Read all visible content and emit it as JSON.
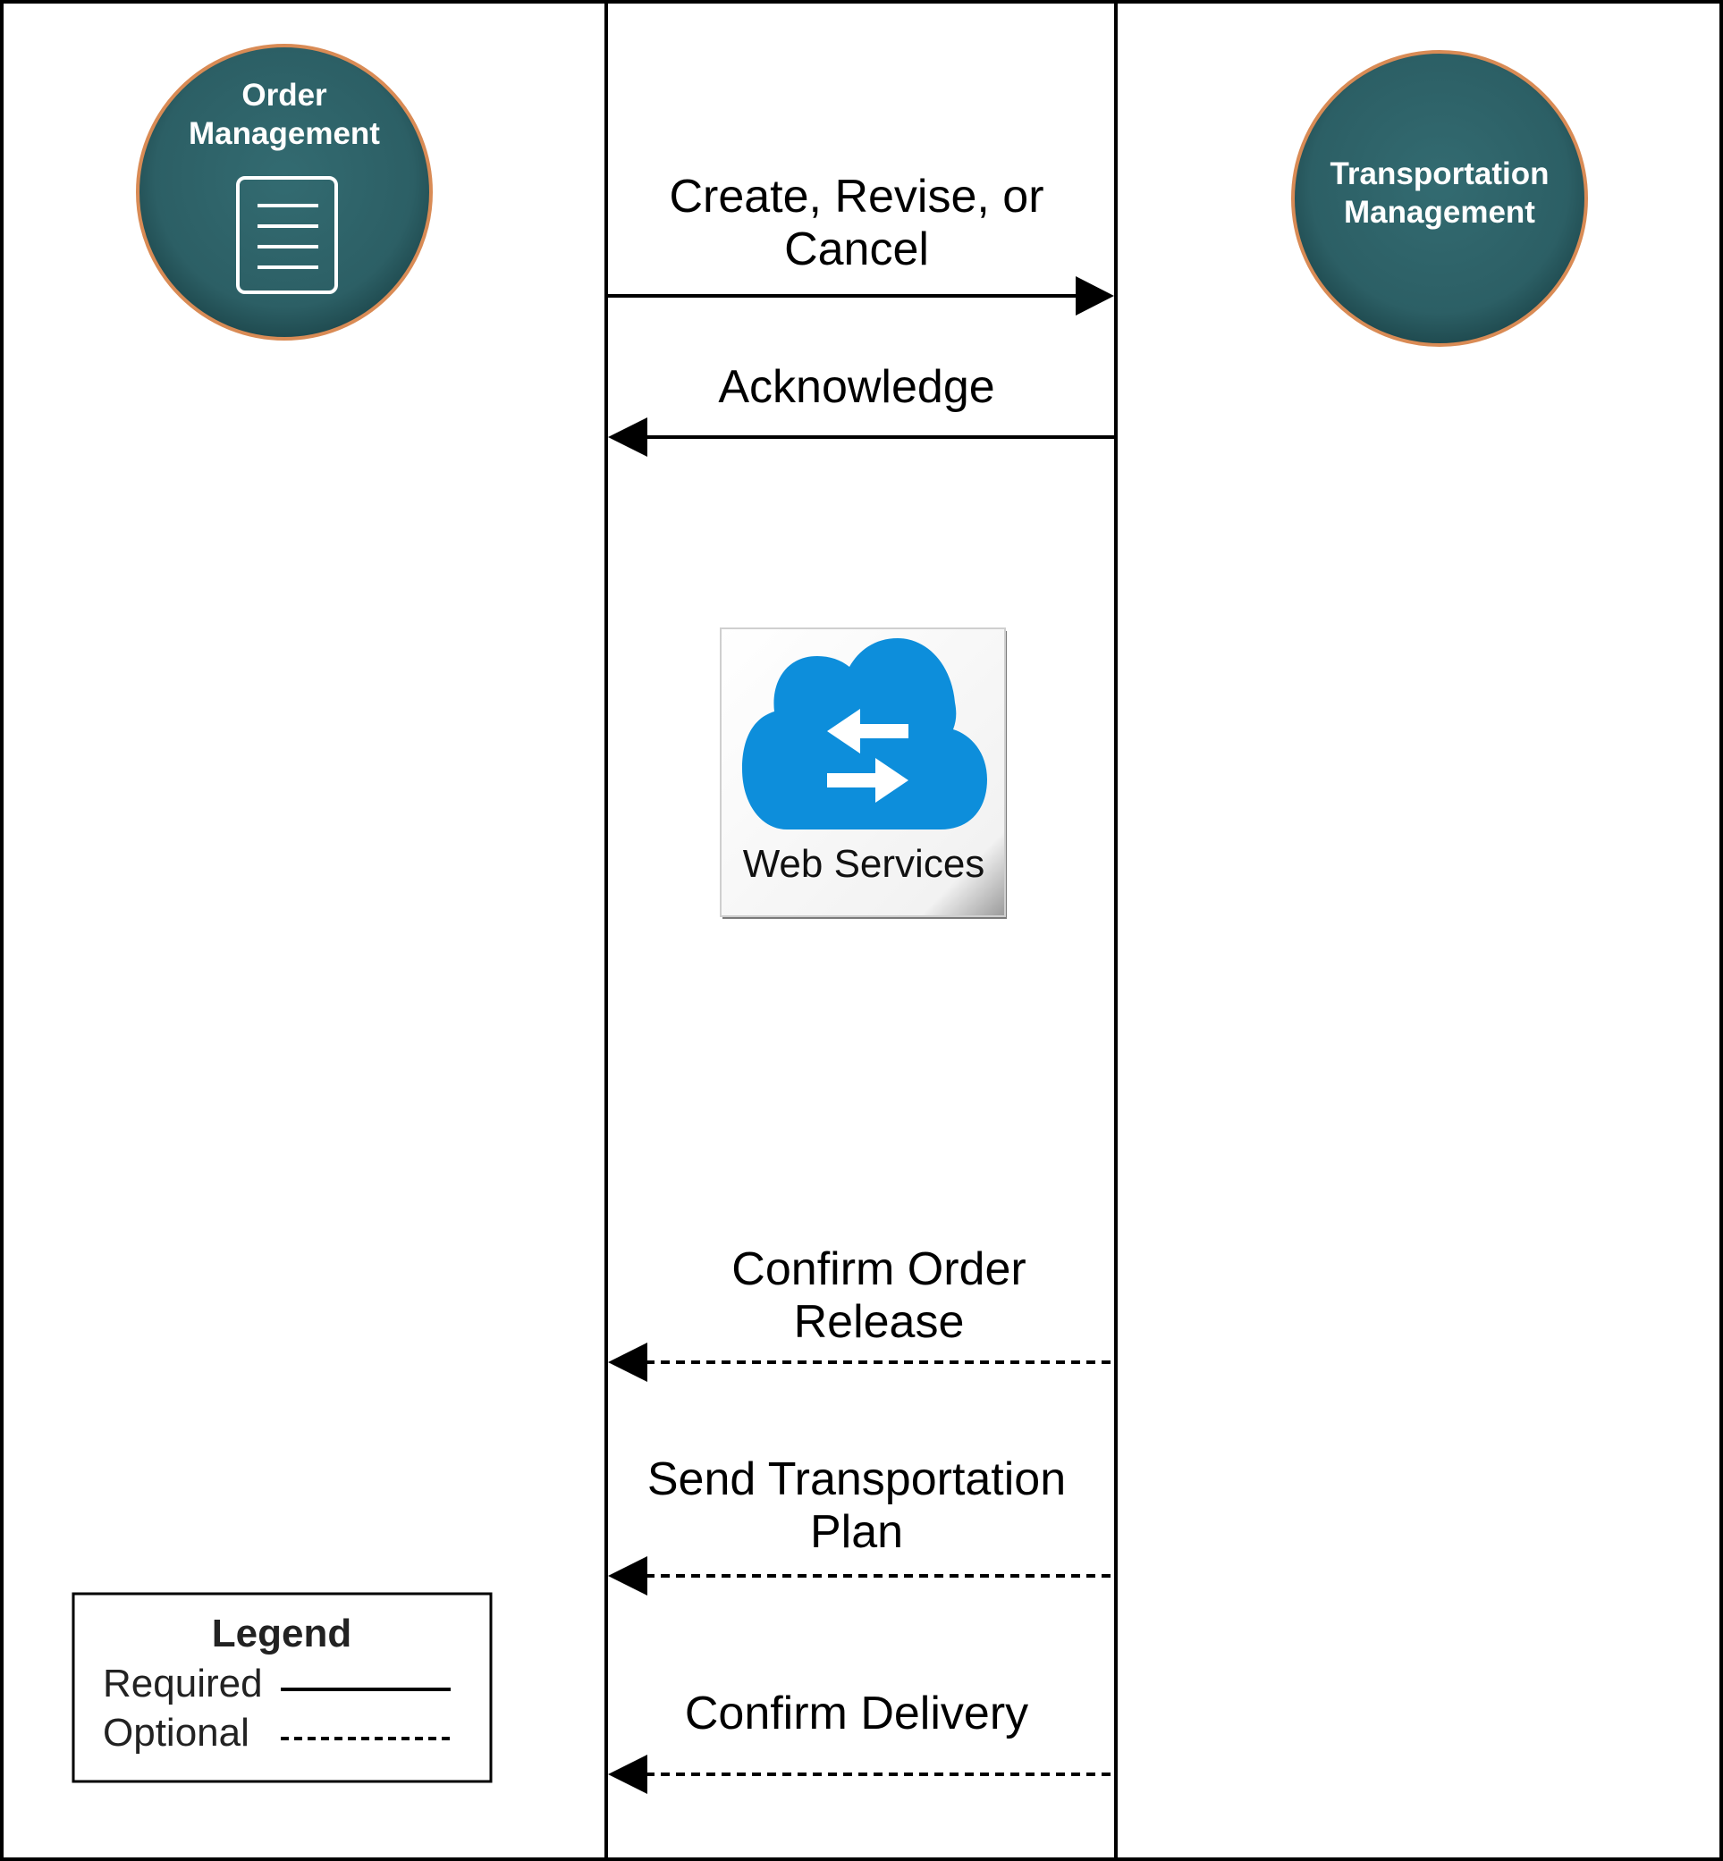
{
  "nodes": {
    "order_management": {
      "line1": "Order",
      "line2": "Management",
      "icon": "document-icon"
    },
    "transportation_management": {
      "line1": "Transportation",
      "line2": "Management"
    }
  },
  "messages": [
    {
      "line1": "Create, Revise, or",
      "line2": "Cancel",
      "direction": "right",
      "style": "required"
    },
    {
      "line1": "Acknowledge",
      "line2": "",
      "direction": "left",
      "style": "required"
    },
    {
      "line1": "Confirm Order",
      "line2": "Release",
      "direction": "left",
      "style": "optional"
    },
    {
      "line1": "Send Transportation",
      "line2": "Plan",
      "direction": "left",
      "style": "optional"
    },
    {
      "line1": "Confirm Delivery",
      "line2": "",
      "direction": "left",
      "style": "optional"
    }
  ],
  "web_services": {
    "label": "Web Services",
    "icon": "cloud-exchange-icon"
  },
  "legend": {
    "title": "Legend",
    "required": "Required",
    "optional": "Optional"
  },
  "colors": {
    "node_fill": "#2e6167",
    "node_border": "#d98b55",
    "cloud": "#0d8edb",
    "line": "#000000"
  }
}
